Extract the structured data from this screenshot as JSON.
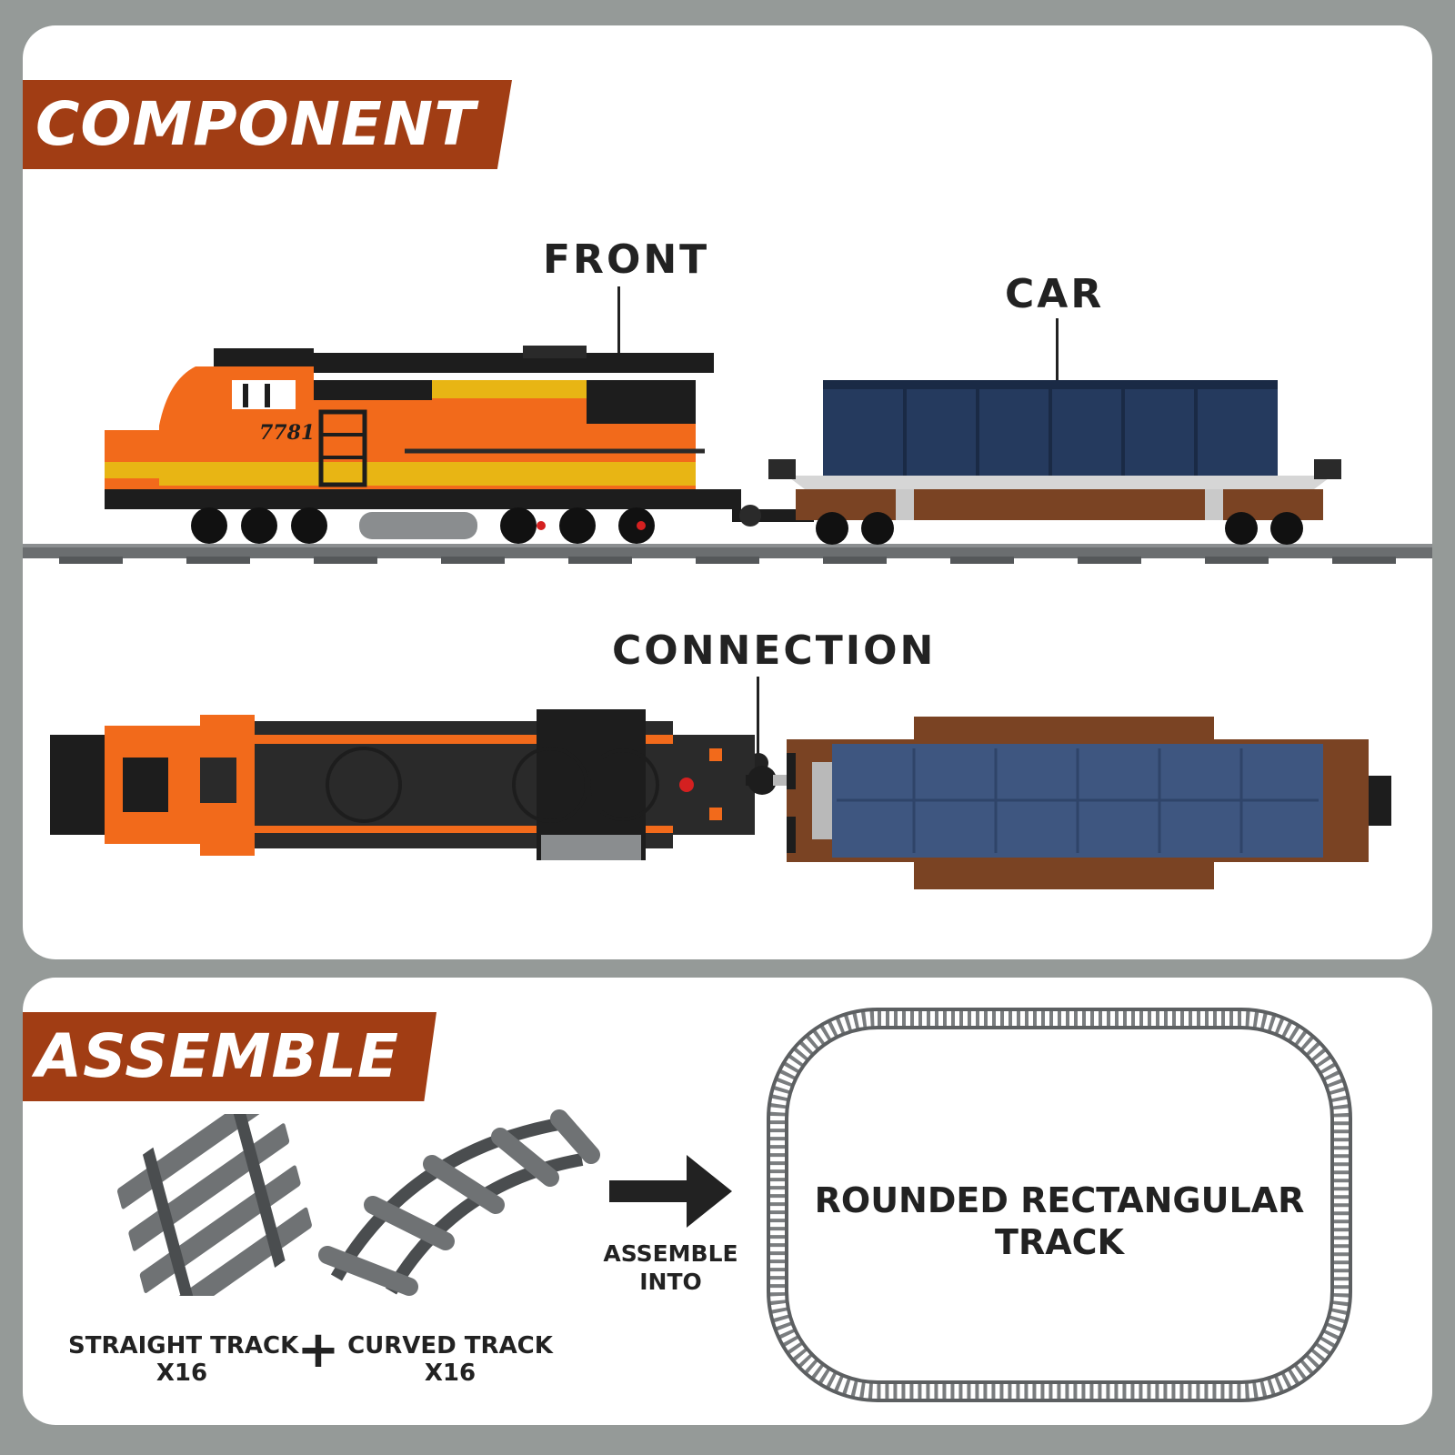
{
  "component": {
    "title": "COMPONENT",
    "labels": {
      "front": "FRONT",
      "car": "CAR",
      "connection": "CONNECTION"
    },
    "locomotive_number": "7781"
  },
  "assemble": {
    "title": "ASSEMBLE",
    "straight": {
      "label": "STRAIGHT TRACK",
      "count": "X16"
    },
    "plus": "+",
    "curved": {
      "label": "CURVED TRACK",
      "count": "X16"
    },
    "arrow_caption_line1": "ASSEMBLE",
    "arrow_caption_line2": "INTO",
    "result_line1": "ROUNDED RECTANGULAR",
    "result_line2": "TRACK"
  },
  "colors": {
    "banner": "#a13d14",
    "frame": "#959a98",
    "loco_orange": "#f26a1b",
    "loco_yellow": "#e8b514",
    "car_blue": "#253a5e",
    "car_brown": "#7a4323",
    "rail_gray": "#6b6e70"
  },
  "icons": [
    "right-arrow-icon",
    "plus-icon"
  ]
}
